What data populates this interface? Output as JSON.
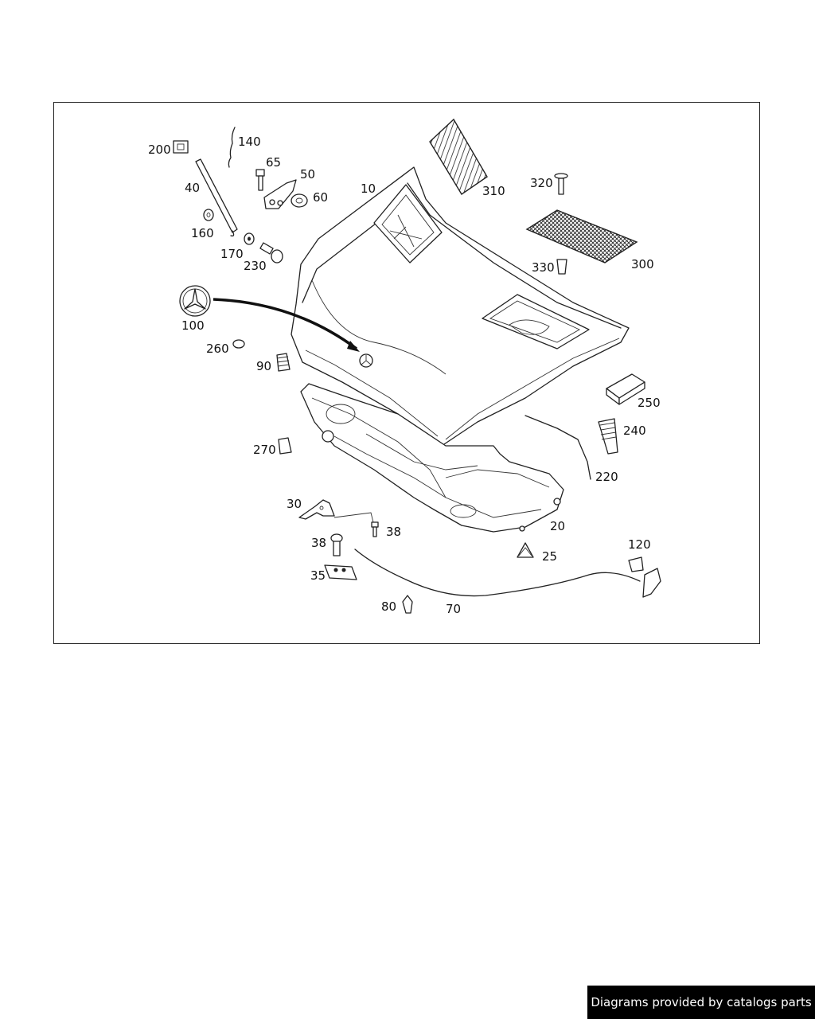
{
  "diagram": {
    "part_labels": [
      {
        "id": "200",
        "text": "200"
      },
      {
        "id": "140",
        "text": "140"
      },
      {
        "id": "65",
        "text": "65"
      },
      {
        "id": "50",
        "text": "50"
      },
      {
        "id": "40",
        "text": "40"
      },
      {
        "id": "60",
        "text": "60"
      },
      {
        "id": "10",
        "text": "10"
      },
      {
        "id": "310",
        "text": "310"
      },
      {
        "id": "320",
        "text": "320"
      },
      {
        "id": "160",
        "text": "160"
      },
      {
        "id": "170",
        "text": "170"
      },
      {
        "id": "230",
        "text": "230"
      },
      {
        "id": "330",
        "text": "330"
      },
      {
        "id": "300",
        "text": "300"
      },
      {
        "id": "100",
        "text": "100"
      },
      {
        "id": "260",
        "text": "260"
      },
      {
        "id": "90",
        "text": "90"
      },
      {
        "id": "250",
        "text": "250"
      },
      {
        "id": "240",
        "text": "240"
      },
      {
        "id": "270",
        "text": "270"
      },
      {
        "id": "220",
        "text": "220"
      },
      {
        "id": "30",
        "text": "30"
      },
      {
        "id": "38a",
        "text": "38"
      },
      {
        "id": "38b",
        "text": "38"
      },
      {
        "id": "20",
        "text": "20"
      },
      {
        "id": "25",
        "text": "25"
      },
      {
        "id": "120",
        "text": "120"
      },
      {
        "id": "35",
        "text": "35"
      },
      {
        "id": "80",
        "text": "80"
      },
      {
        "id": "70",
        "text": "70"
      }
    ]
  },
  "footer": {
    "credit": "Diagrams provided by catalogs parts"
  }
}
